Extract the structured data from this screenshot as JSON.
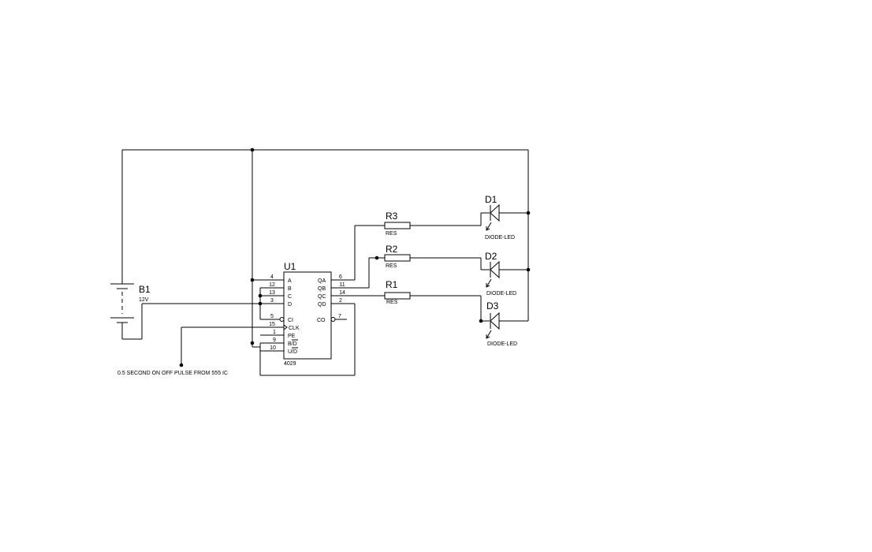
{
  "components": {
    "battery": {
      "ref": "B1",
      "value": "12V"
    },
    "ic": {
      "ref": "U1",
      "part": "4029",
      "pins_left": [
        {
          "num": "4",
          "name": "A"
        },
        {
          "num": "12",
          "name": "B"
        },
        {
          "num": "13",
          "name": "C"
        },
        {
          "num": "3",
          "name": "D"
        },
        {
          "num": "5",
          "name": "CI"
        },
        {
          "num": "15",
          "name": "CLK"
        },
        {
          "num": "1",
          "name": "PE"
        },
        {
          "num": "9",
          "name": "B/D"
        },
        {
          "num": "10",
          "name": "U/D"
        }
      ],
      "pins_right": [
        {
          "num": "6",
          "name": "QA"
        },
        {
          "num": "11",
          "name": "QB"
        },
        {
          "num": "14",
          "name": "QC"
        },
        {
          "num": "2",
          "name": "QD"
        },
        {
          "num": "7",
          "name": "CO"
        }
      ]
    },
    "resistors": [
      {
        "ref": "R3",
        "value": "RES"
      },
      {
        "ref": "R2",
        "value": "RES"
      },
      {
        "ref": "R1",
        "value": "RES"
      }
    ],
    "leds": [
      {
        "ref": "D1",
        "value": "DIODE-LED"
      },
      {
        "ref": "D2",
        "value": "DIODE-LED"
      },
      {
        "ref": "D3",
        "value": "DIODE-LED"
      }
    ]
  },
  "labels": {
    "clock_source": "0.5 SECOND ON OFF PULSE FROM 555 IC"
  }
}
